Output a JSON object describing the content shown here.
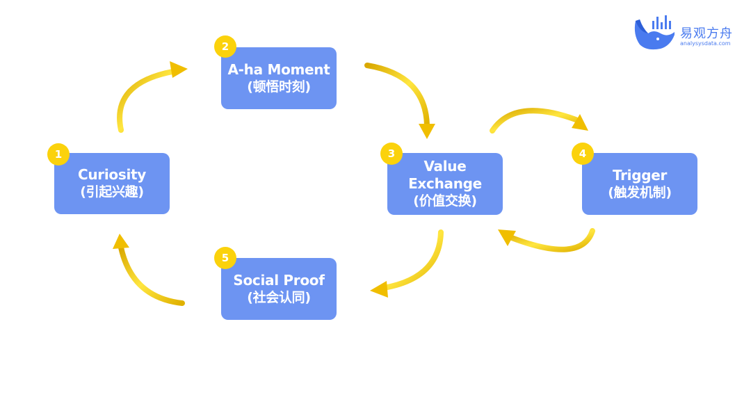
{
  "brand": {
    "name": "易观方舟",
    "url": "analysysdata.com",
    "icon": "whale-bar-chart-logo",
    "color": "#4a7bef"
  },
  "colors": {
    "node": "#6d94f2",
    "badge": "#fbd20c",
    "arrow": "#f2c20a"
  },
  "nodes": [
    {
      "id": "curiosity",
      "number": "1",
      "line1": "Curiosity",
      "line2": "(引起兴趣)"
    },
    {
      "id": "aha",
      "number": "2",
      "line1": "A-ha Moment",
      "line2": "(顿悟时刻)"
    },
    {
      "id": "value",
      "number": "3",
      "line1": "Value",
      "line1b": "Exchange",
      "line2": "(价值交换)"
    },
    {
      "id": "trigger",
      "number": "4",
      "line1": "Trigger",
      "line2": "(触发机制)"
    },
    {
      "id": "social",
      "number": "5",
      "line1": "Social Proof",
      "line2": "(社会认同)"
    }
  ],
  "edges": [
    {
      "from": "curiosity",
      "to": "aha"
    },
    {
      "from": "aha",
      "to": "value"
    },
    {
      "from": "value",
      "to": "trigger"
    },
    {
      "from": "trigger",
      "to": "value"
    },
    {
      "from": "value",
      "to": "social"
    },
    {
      "from": "social",
      "to": "curiosity"
    }
  ]
}
